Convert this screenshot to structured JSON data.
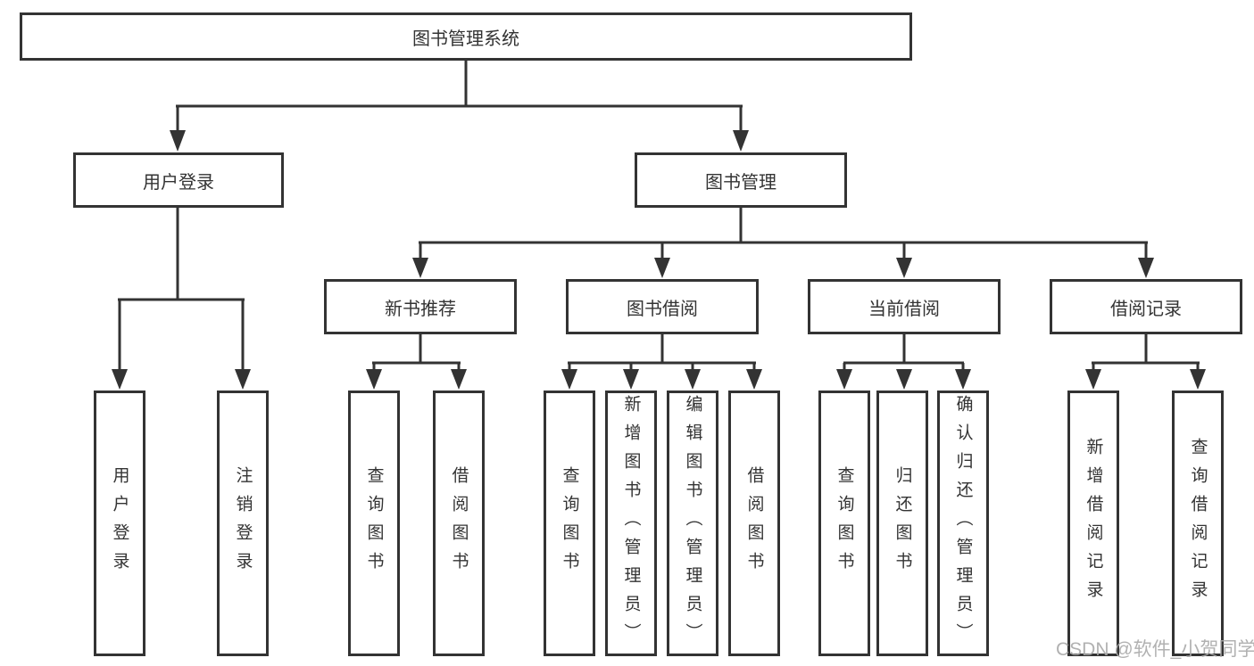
{
  "tree": {
    "label": "图书管理系统",
    "children": [
      {
        "label": "用户登录",
        "children": [
          {
            "label": "用户登录"
          },
          {
            "label": "注销登录"
          }
        ]
      },
      {
        "label": "图书管理",
        "children": [
          {
            "label": "新书推荐",
            "children": [
              {
                "label": "查询图书"
              },
              {
                "label": "借阅图书"
              }
            ]
          },
          {
            "label": "图书借阅",
            "children": [
              {
                "label": "查询图书"
              },
              {
                "label": "新增图书（管理员）"
              },
              {
                "label": "编辑图书（管理员）"
              },
              {
                "label": "借阅图书"
              }
            ]
          },
          {
            "label": "当前借阅",
            "children": [
              {
                "label": "查询图书"
              },
              {
                "label": "归还图书"
              },
              {
                "label": "确认归还（管理员）"
              }
            ]
          },
          {
            "label": "借阅记录",
            "children": [
              {
                "label": "新增借阅记录"
              },
              {
                "label": "查询借阅记录"
              }
            ]
          }
        ]
      }
    ]
  },
  "watermark": {
    "text": "CSDN @软件_小贺同学"
  },
  "colors": {
    "line": "#333333",
    "box_border": "#333333",
    "box_fill": "#ffffff",
    "text": "#333333",
    "watermark": "#a9a9a9",
    "background": "#ffffff"
  }
}
